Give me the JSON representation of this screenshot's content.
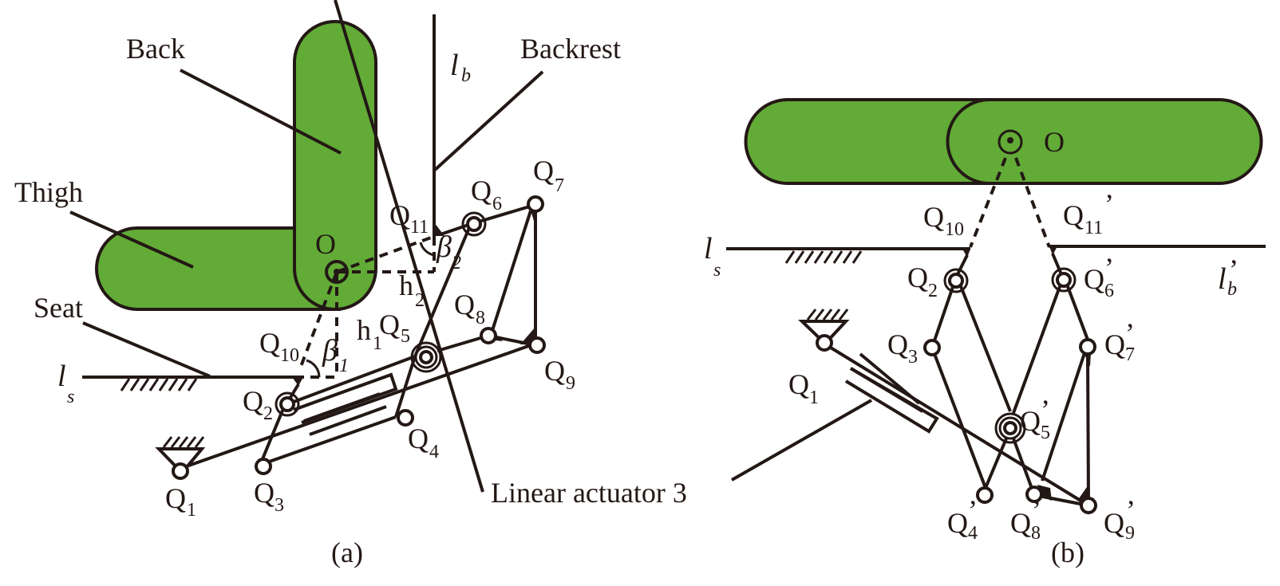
{
  "figure": {
    "panel_a": {
      "caption": "(a)",
      "labels": {
        "back": "Back",
        "backrest": "Backrest",
        "thigh": "Thigh",
        "seat": "Seat",
        "linear_actuator": "Linear actuator 3",
        "origin": "O",
        "l_b_main": "l",
        "l_b_sub": "b",
        "l_s_main": "l",
        "l_s_sub": "s",
        "h1_main": "h",
        "h1_sub": "1",
        "h2_main": "h",
        "h2_sub": "2",
        "beta1_main": "β",
        "beta1_sub": "1",
        "beta2_main": "β",
        "beta2_sub": "2"
      },
      "joints": [
        {
          "main": "Q",
          "sub": "1"
        },
        {
          "main": "Q",
          "sub": "2"
        },
        {
          "main": "Q",
          "sub": "3"
        },
        {
          "main": "Q",
          "sub": "4"
        },
        {
          "main": "Q",
          "sub": "5"
        },
        {
          "main": "Q",
          "sub": "6"
        },
        {
          "main": "Q",
          "sub": "7"
        },
        {
          "main": "Q",
          "sub": "8"
        },
        {
          "main": "Q",
          "sub": "9"
        },
        {
          "main": "Q",
          "sub": "10"
        },
        {
          "main": "Q",
          "sub": "11"
        }
      ]
    },
    "panel_b": {
      "caption": "(b)",
      "labels": {
        "origin": "O",
        "l_s_main": "l",
        "l_s_sub": "s",
        "l_b_main": "l",
        "l_b_sub": "b",
        "prime": "’"
      },
      "joints": [
        {
          "main": "Q",
          "sub": "1",
          "prime": ""
        },
        {
          "main": "Q",
          "sub": "2",
          "prime": ""
        },
        {
          "main": "Q",
          "sub": "3",
          "prime": ""
        },
        {
          "main": "Q",
          "sub": "4",
          "prime": "’"
        },
        {
          "main": "Q",
          "sub": "5",
          "prime": "’"
        },
        {
          "main": "Q",
          "sub": "6",
          "prime": "’"
        },
        {
          "main": "Q",
          "sub": "7",
          "prime": "’"
        },
        {
          "main": "Q",
          "sub": "8",
          "prime": "’"
        },
        {
          "main": "Q",
          "sub": "9",
          "prime": "’"
        },
        {
          "main": "Q",
          "sub": "10",
          "prime": ""
        },
        {
          "main": "Q",
          "sub": "11",
          "prime": "’"
        }
      ]
    },
    "colors": {
      "body_fill": "#62ab37",
      "stroke": "#231815"
    }
  }
}
